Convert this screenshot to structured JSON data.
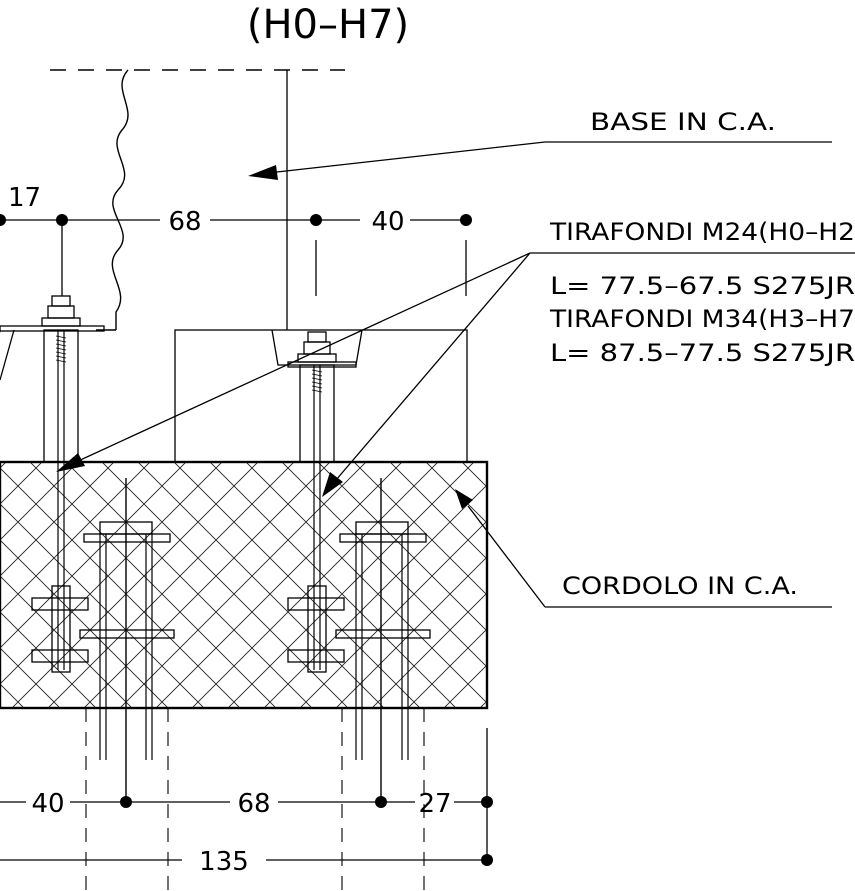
{
  "title": "(H0–H7)",
  "labels": {
    "base": "BASE IN C.A.",
    "tirafondi_1": "TIRAFONDI M24(H0–H2",
    "length_1": "L= 77.5–67.5 S275JR",
    "tirafondi_2": "TIRAFONDI M34(H3–H7",
    "length_2": "L= 87.5–77.5 S275JR",
    "cordolo": "CORDOLO IN C.A."
  },
  "dimensions": {
    "top_left": "17",
    "top_mid": "68",
    "top_right": "40",
    "bottom_left": "40",
    "bottom_mid": "68",
    "bottom_right": "27",
    "bottom_total": "135"
  },
  "colors": {
    "line": "#000000",
    "hatch": "#222222",
    "background": "#ffffff"
  }
}
